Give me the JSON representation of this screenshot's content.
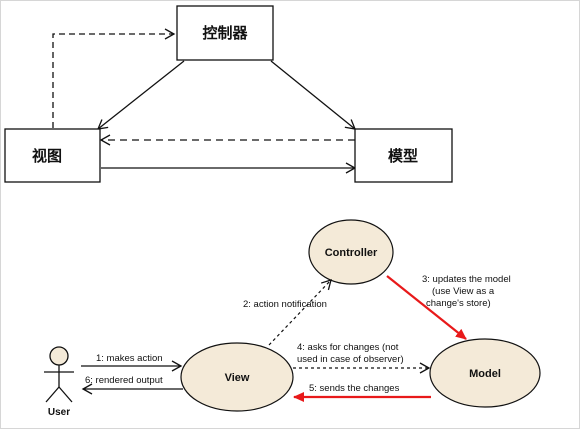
{
  "top_diagram": {
    "controller_label": "控制器",
    "view_label": "视图",
    "model_label": "模型"
  },
  "bottom_diagram": {
    "controller_label": "Controller",
    "view_label": "View",
    "model_label": "Model",
    "user_label": "User",
    "msg1": "1: makes action",
    "msg2": "2: action notification",
    "msg3_line1": "3: updates the model",
    "msg3_line2": "(use View as a",
    "msg3_line3": "change's store)",
    "msg4_line1": "4: asks for changes (not",
    "msg4_line2": "used in case of observer)",
    "msg5": "5: sends the changes",
    "msg6": "6: rendered output"
  },
  "colors": {
    "oval_fill": "#f4ead8",
    "highlight_arrow": "#e8191a",
    "line": "#111111"
  }
}
